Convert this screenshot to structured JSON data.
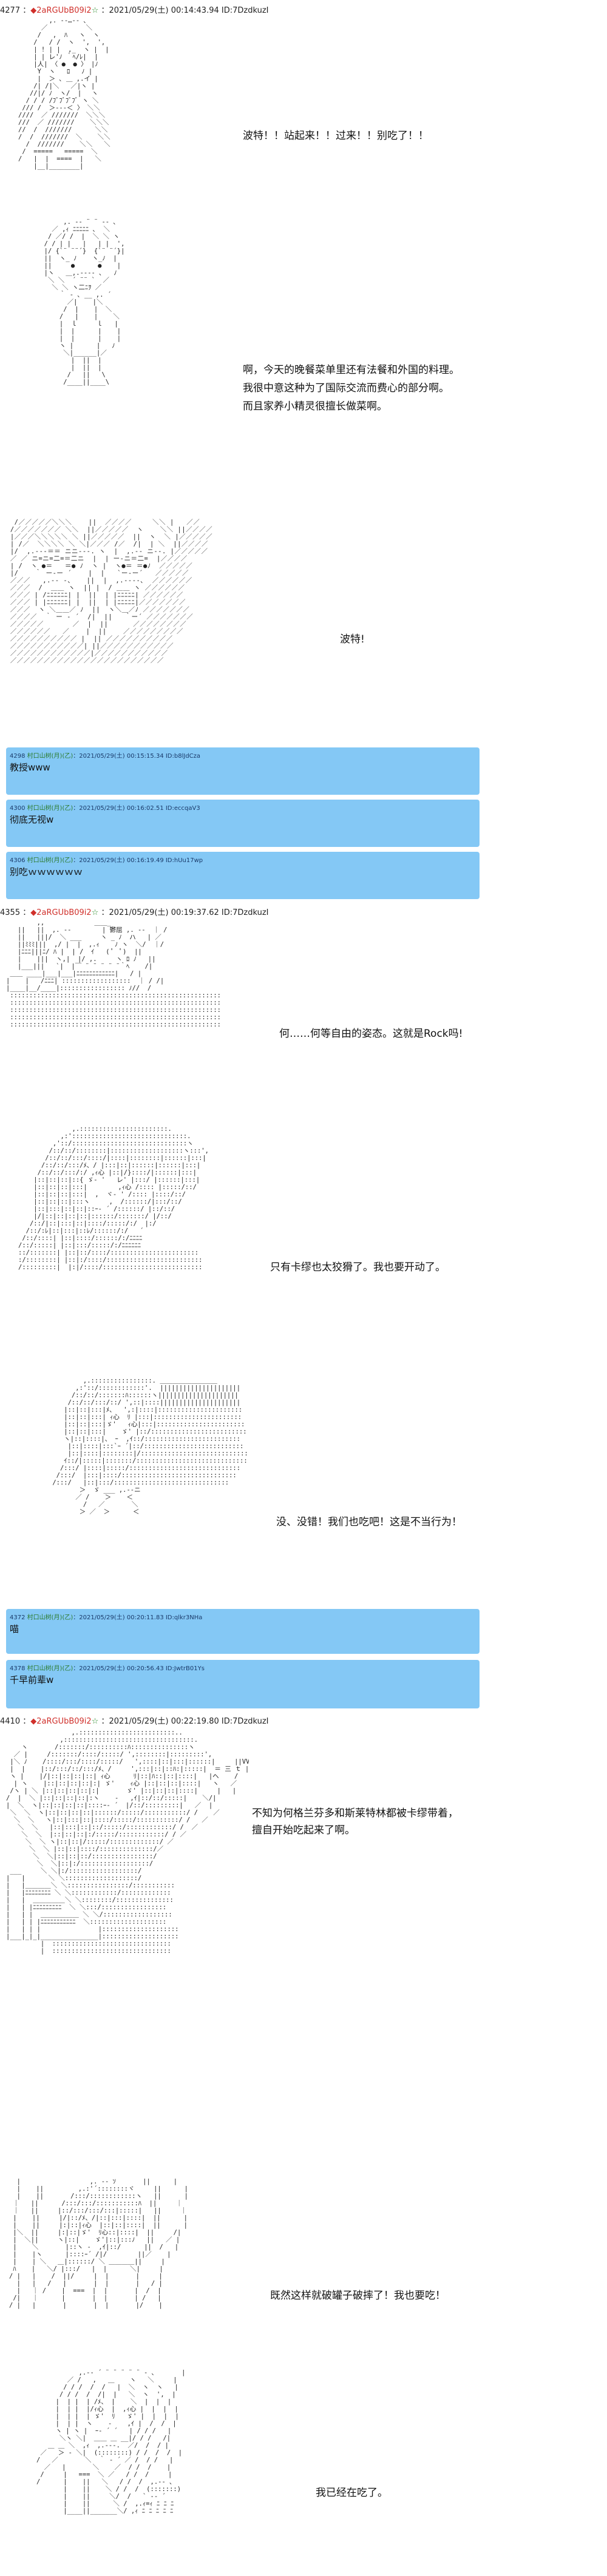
{
  "posts": [
    {
      "header": {
        "no": "4277",
        "name": "◆2aRGUbB09i2",
        "trip": "☆",
        "rest": "2021/05/29(土) 00:14:43.94 ID:7DzdkuzI"
      },
      "panels": [
        {
          "line": "波特！！站起来！！过来！！别吃了！！"
        },
        {
          "line": "啊，今天的晚餐菜单里还有法餐和外国的料理。\n我很中意这种为了国际交流而费心的部分啊。\n而且家养小精灵很擅长做菜啊。"
        },
        {
          "line": "波特!"
        }
      ],
      "replies": [
        {
          "meta": "4298 ",
          "nm": "村口山树(月)(乙)",
          "rest": "2021/05/29(土) 00:15:15.34 ID:b8lJdCza",
          "text": "教授www"
        },
        {
          "meta": "4300 ",
          "nm": "村口山树(月)(乙)",
          "rest": "2021/05/29(土) 00:16:02.51 ID:eccqaV3",
          "text": "彻底无视w"
        },
        {
          "meta": "4306 ",
          "nm": "村口山树(月)(乙)",
          "rest": "2021/05/29(土) 00:16:19.49 ID:hUu17wp",
          "text": "别吃ｗｗｗｗｗｗ"
        }
      ]
    },
    {
      "header": {
        "no": "4355",
        "name": "◆2aRGUbB09i2",
        "trip": "☆",
        "rest": "2021/05/29(土) 00:19:37.62 ID:7DzdkuzI"
      },
      "panels": [
        {
          "line": "何……何等自由的姿态。这就是Rock吗!"
        },
        {
          "line": "只有卡缪也太狡猾了。我也要开动了。"
        },
        {
          "line": "没、没错！我们也吃吧！这是不当行为！"
        }
      ],
      "replies": [
        {
          "meta": "4372 ",
          "nm": "村口山树(月)(乙)",
          "rest": "2021/05/29(土) 00:20:11.83 ID:qlkr3NHa",
          "text": "喵"
        },
        {
          "meta": "4378 ",
          "nm": "村口山树(月)(乙)",
          "rest": "2021/05/29(土) 00:20:56.43 ID:JwtrB01Ys",
          "text": "千早前辈w"
        }
      ]
    },
    {
      "header": {
        "no": "4410",
        "name": "◆2aRGUbB09i2",
        "trip": "☆",
        "rest": "2021/05/29(土) 00:22:19.80 ID:7DzdkuzI"
      },
      "panels": [
        {
          "line": "不知为何格兰芬多和斯莱特林都被卡缪带着，\n擅自开始吃起来了啊。"
        },
        {
          "line": "既然这样就破罐子破摔了！我也要吃！"
        },
        {
          "line": "我已经在吃了。"
        }
      ],
      "replies": []
    }
  ],
  "colors": {
    "bubble": "#84c8f5",
    "name": "#d0302b",
    "trip": "#2a8a2a"
  }
}
